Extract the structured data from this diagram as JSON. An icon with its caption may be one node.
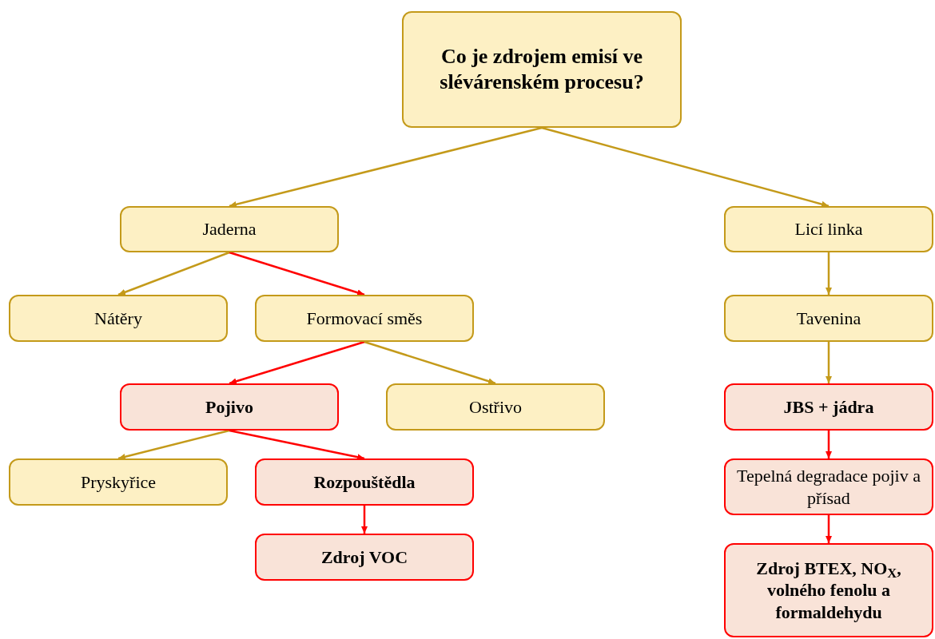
{
  "diagram": {
    "nodes": [
      {
        "text": [
          "Co je zdrojem emisí ve slévárenském procesu?"
        ]
      },
      {
        "text": [
          "Jaderna"
        ]
      },
      {
        "text": [
          "Licí linka"
        ]
      },
      {
        "text": [
          "Nátěry"
        ]
      },
      {
        "text": [
          "Formovací směs"
        ]
      },
      {
        "text": [
          "Tavenina"
        ]
      },
      {
        "text": [
          "Pojivo"
        ]
      },
      {
        "text": [
          "Ostřivo"
        ]
      },
      {
        "text": [
          "JBS + jádra"
        ]
      },
      {
        "text": [
          "Pryskyřice"
        ]
      },
      {
        "text": [
          "Rozpouštědla"
        ]
      },
      {
        "text": [
          "Tepelná degradace pojiv a přísad"
        ]
      },
      {
        "text": [
          "Zdroj VOC"
        ]
      },
      {
        "text": [
          "Zdroj BTEX, NO$_{X}$, volného fenolu a formaldehydu"
        ]
      }
    ],
    "edges": [
      {
        "from": 0,
        "to": 1,
        "arrow": "to"
      },
      {
        "from": 0,
        "to": 2,
        "arrow": "to"
      },
      {
        "from": 1,
        "to": 3,
        "arrow": "to"
      },
      {
        "from": 1,
        "to": 4,
        "arrow": "to",
        "color": "#ff0000"
      },
      {
        "from": 2,
        "to": 5,
        "arrow": "to"
      },
      {
        "from": 4,
        "to": 6,
        "arrow": "to",
        "color": "#ff0000"
      },
      {
        "from": 4,
        "to": 7,
        "arrow": "to"
      },
      {
        "from": 5,
        "to": 8,
        "arrow": "to"
      },
      {
        "from": 6,
        "to": 9,
        "arrow": "to"
      },
      {
        "from": 6,
        "to": 10,
        "arrow": "to",
        "color": "#ff0000"
      },
      {
        "from": 10,
        "to": 12,
        "arrow": "to",
        "color": "#ff0000"
      },
      {
        "from": 8,
        "to": 11,
        "arrow": "to",
        "color": "#ff0000"
      },
      {
        "from": 11,
        "to": 13,
        "arrow": "to",
        "color": "#ff0000"
      }
    ]
  }
}
